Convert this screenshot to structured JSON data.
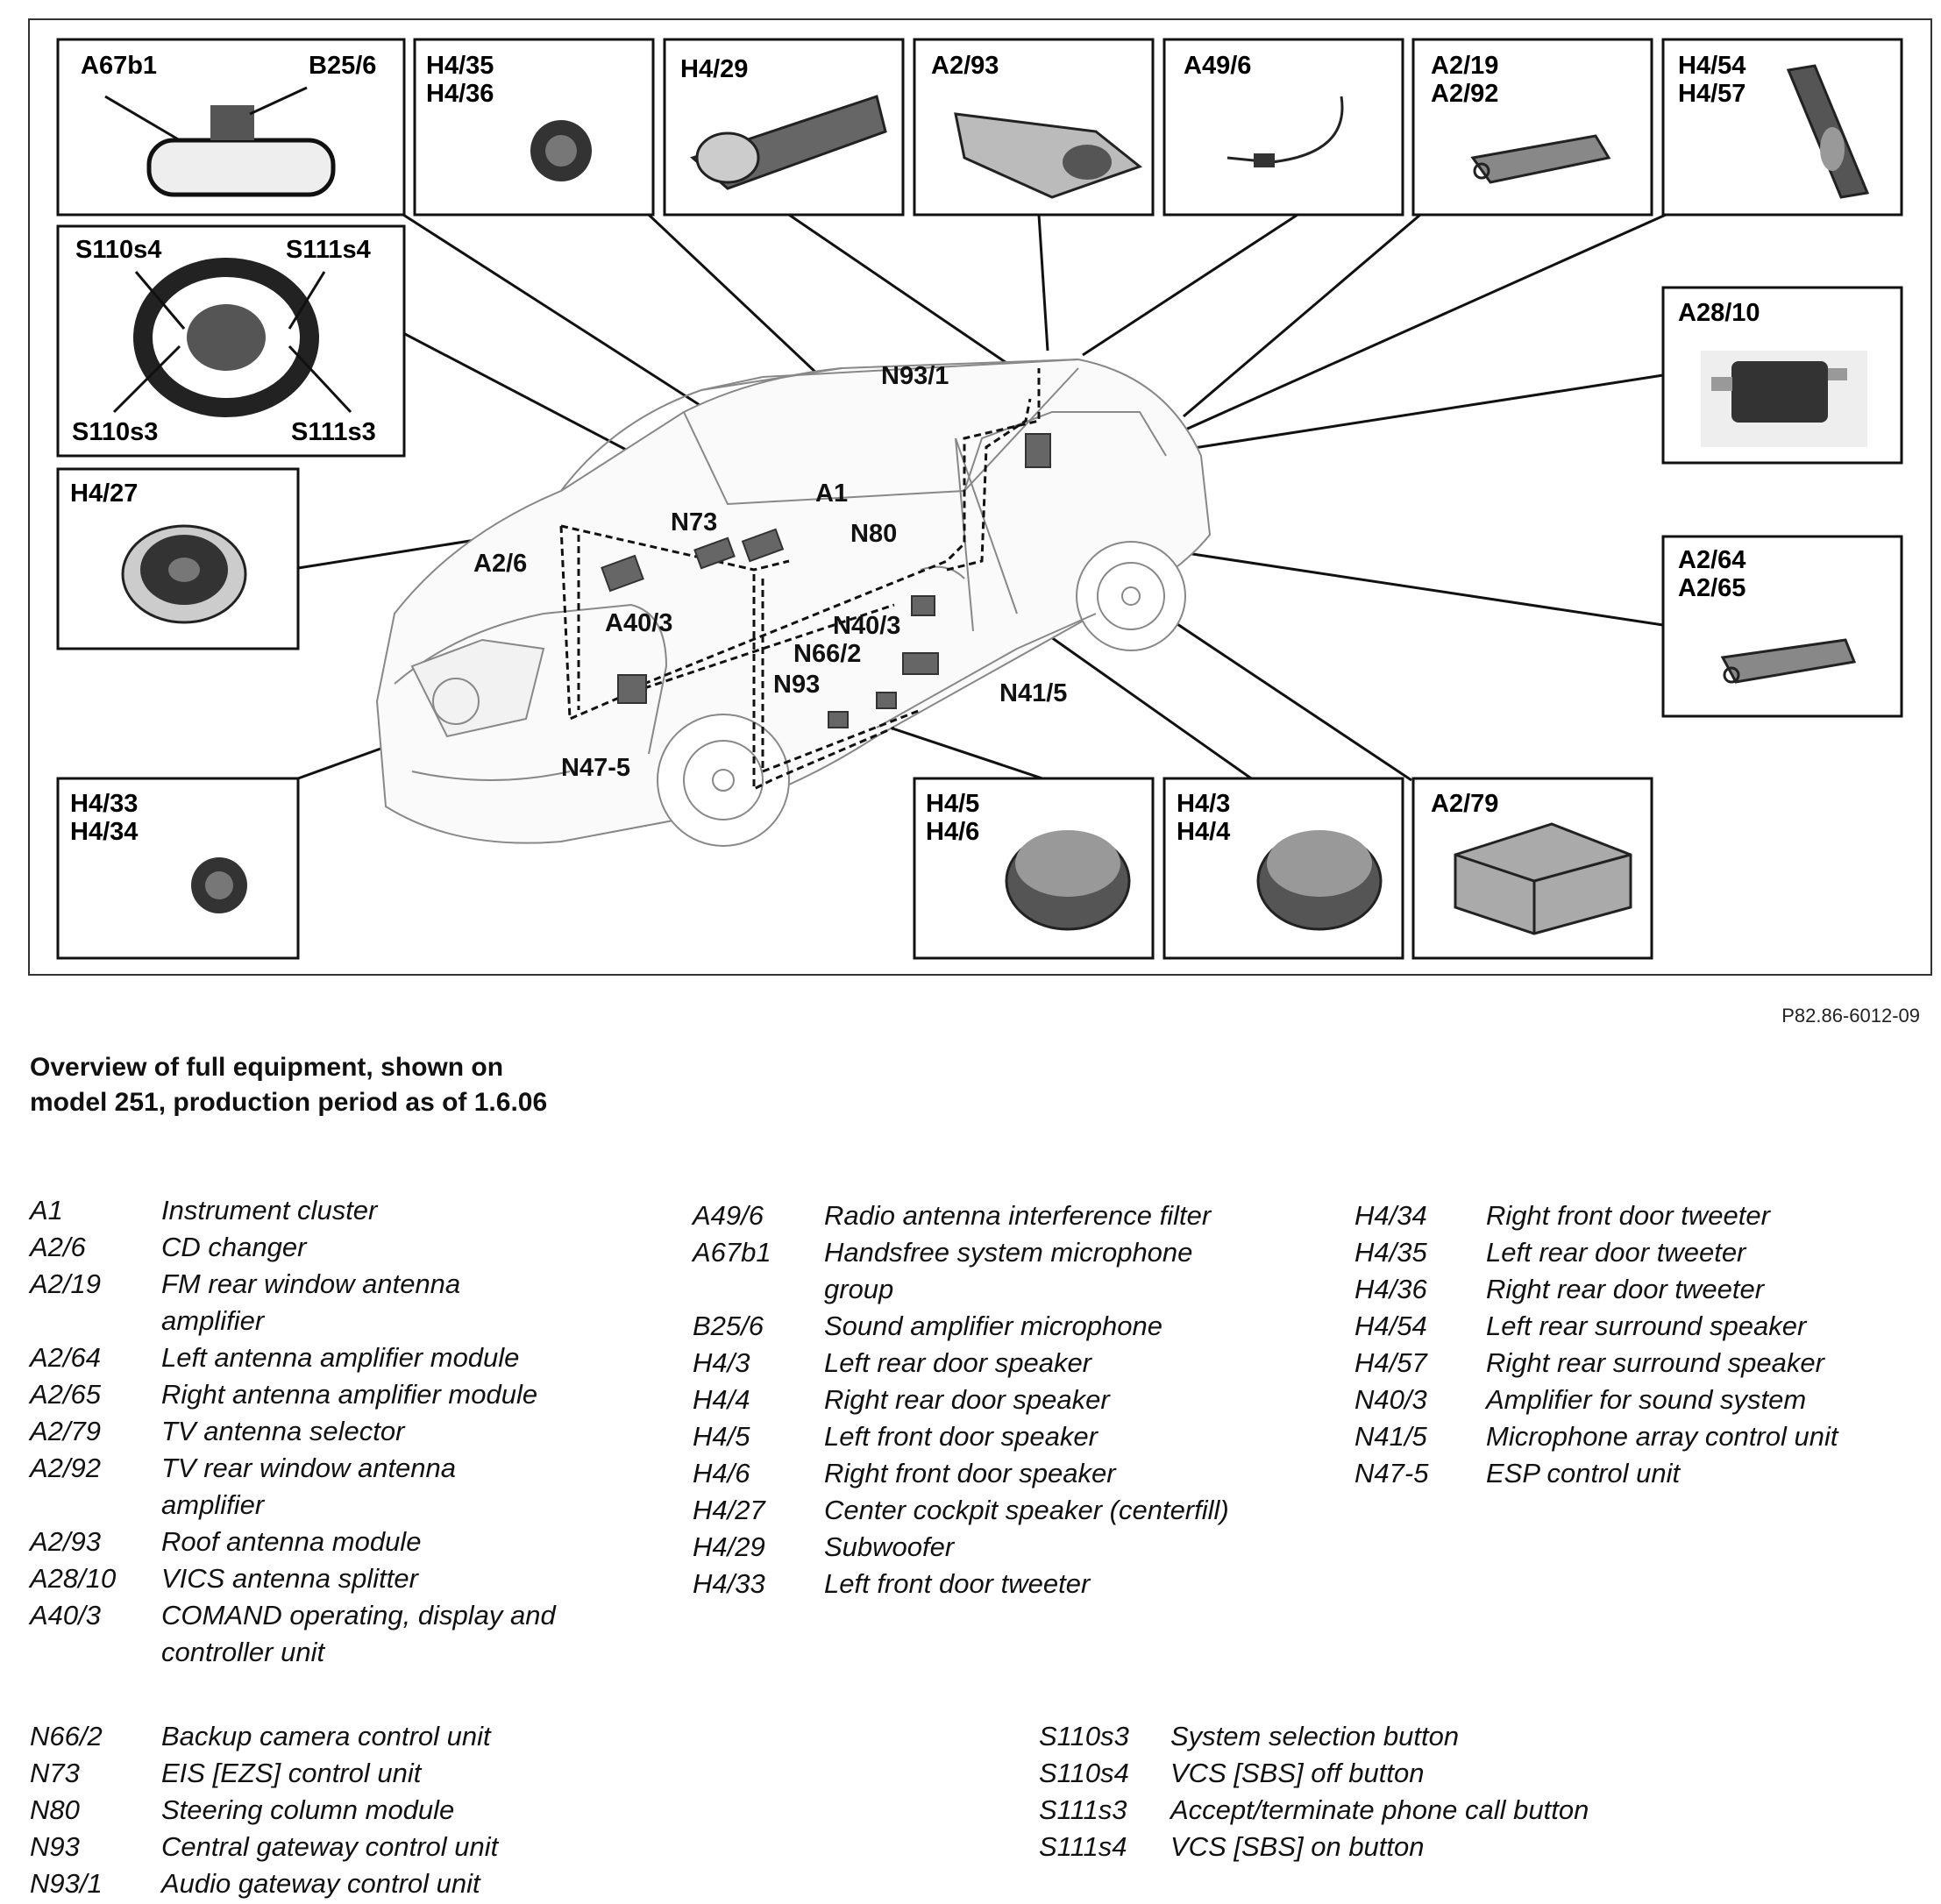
{
  "figure_id": "P82.86-6012-09",
  "caption": "Overview of full equipment, shown on model 251, production period as of 1.6.06",
  "boxes": {
    "mirror": [
      "A67b1",
      "B25/6"
    ],
    "steering": [
      "S110s4",
      "S111s4",
      "S110s3",
      "S111s3"
    ],
    "h435": [
      "H4/35",
      "H4/36"
    ],
    "h429": [
      "H4/29"
    ],
    "a293": [
      "A2/93"
    ],
    "a496": [
      "A49/6"
    ],
    "a219": [
      "A2/19",
      "A2/92"
    ],
    "h454": [
      "H4/54",
      "H4/57"
    ],
    "a2810": [
      "A28/10"
    ],
    "h427": [
      "H4/27"
    ],
    "a264": [
      "A2/64",
      "A2/65"
    ],
    "h433": [
      "H4/33",
      "H4/34"
    ],
    "h45": [
      "H4/5",
      "H4/6"
    ],
    "h43": [
      "H4/3",
      "H4/4"
    ],
    "a279": [
      "A2/79"
    ]
  },
  "car_labels": {
    "n931": "N93/1",
    "a1": "A1",
    "n73": "N73",
    "n80": "N80",
    "a26": "A2/6",
    "a403": "A40/3",
    "n403": "N40/3",
    "n662": "N66/2",
    "n93": "N93",
    "n415": "N41/5",
    "n475": "N47-5"
  },
  "legend_col1": [
    {
      "code": "A1",
      "desc": "Instrument cluster"
    },
    {
      "code": "A2/6",
      "desc": "CD changer"
    },
    {
      "code": "A2/19",
      "desc": "FM rear window antenna amplifier"
    },
    {
      "code": "A2/64",
      "desc": "Left antenna amplifier module"
    },
    {
      "code": "A2/65",
      "desc": "Right antenna amplifier module"
    },
    {
      "code": "A2/79",
      "desc": "TV antenna selector"
    },
    {
      "code": "A2/92",
      "desc": "TV rear window antenna amplifier"
    },
    {
      "code": "A2/93",
      "desc": "Roof antenna module"
    },
    {
      "code": "A28/10",
      "desc": "VICS antenna splitter"
    },
    {
      "code": "A40/3",
      "desc": "COMAND operating, display and controller unit"
    }
  ],
  "legend_col2": [
    {
      "code": "A49/6",
      "desc": "Radio antenna interference filter"
    },
    {
      "code": "A67b1",
      "desc": "Handsfree system microphone group"
    },
    {
      "code": "B25/6",
      "desc": "Sound amplifier microphone"
    },
    {
      "code": "H4/3",
      "desc": "Left rear door speaker"
    },
    {
      "code": "H4/4",
      "desc": "Right rear door speaker"
    },
    {
      "code": "H4/5",
      "desc": "Left front door speaker"
    },
    {
      "code": "H4/6",
      "desc": "Right front door speaker"
    },
    {
      "code": "H4/27",
      "desc": "Center cockpit speaker (centerfill)"
    },
    {
      "code": "H4/29",
      "desc": "Subwoofer"
    },
    {
      "code": "H4/33",
      "desc": "Left front door tweeter"
    }
  ],
  "legend_col3": [
    {
      "code": "H4/34",
      "desc": "Right front door tweeter"
    },
    {
      "code": "H4/35",
      "desc": "Left rear door tweeter"
    },
    {
      "code": "H4/36",
      "desc": "Right rear door tweeter"
    },
    {
      "code": "H4/54",
      "desc": "Left rear surround speaker"
    },
    {
      "code": "H4/57",
      "desc": "Right rear surround speaker"
    },
    {
      "code": "N40/3",
      "desc": "Amplifier for sound system"
    },
    {
      "code": "N41/5",
      "desc": "Microphone array control unit"
    },
    {
      "code": "N47-5",
      "desc": "ESP control unit"
    }
  ],
  "legend_col4": [
    {
      "code": "N66/2",
      "desc": "Backup camera control unit"
    },
    {
      "code": "N73",
      "desc": "EIS [EZS] control unit"
    },
    {
      "code": "N80",
      "desc": "Steering column module"
    },
    {
      "code": "N93",
      "desc": "Central gateway control unit"
    },
    {
      "code": "N93/1",
      "desc": "Audio gateway control unit"
    }
  ],
  "legend_col5": [
    {
      "code": "S110s3",
      "desc": "System selection button"
    },
    {
      "code": "S110s4",
      "desc": "VCS [SBS] off button"
    },
    {
      "code": "S111s3",
      "desc": "Accept/terminate phone call button"
    },
    {
      "code": "S111s4",
      "desc": "VCS [SBS] on button"
    }
  ]
}
